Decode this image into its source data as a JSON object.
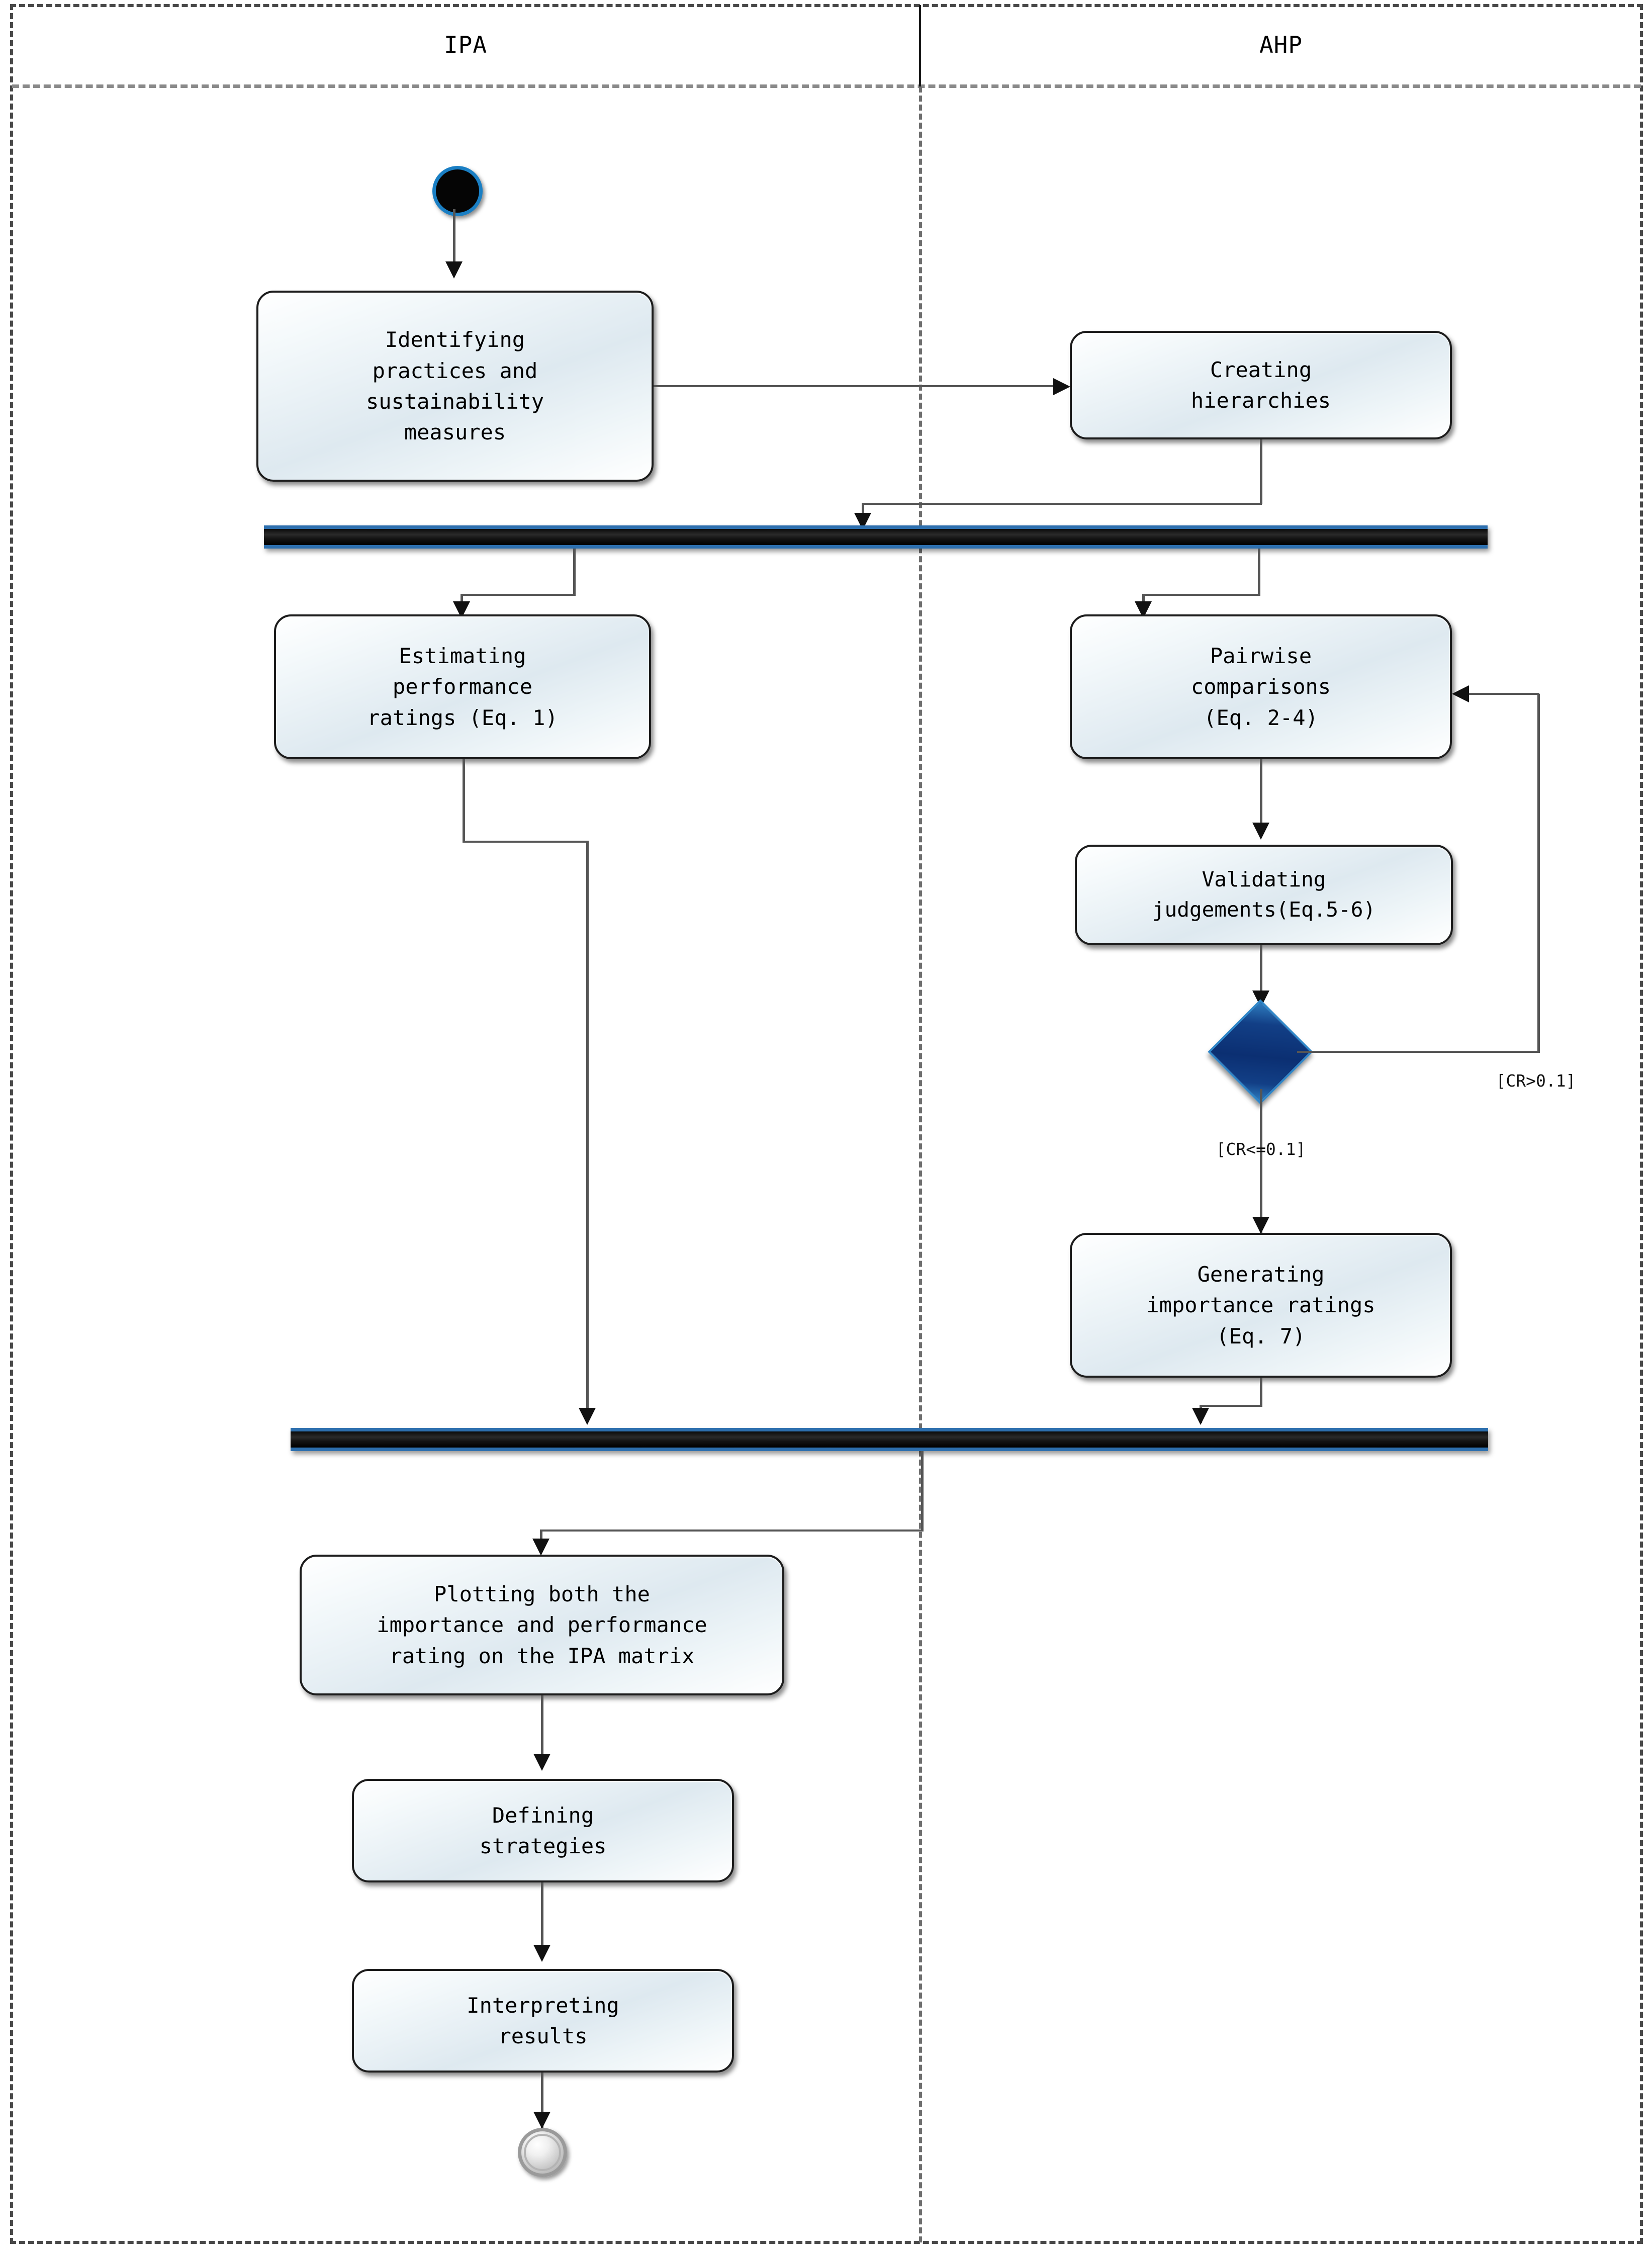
{
  "diagram": {
    "type": "uml-activity-diagram",
    "lanes": [
      {
        "id": "ipa",
        "label": "IPA"
      },
      {
        "id": "ahp",
        "label": "AHP"
      }
    ],
    "nodes": {
      "start": {
        "kind": "initial-node",
        "lane": "ipa"
      },
      "identify": {
        "kind": "activity",
        "lane": "ipa",
        "label": "Identifying\npractices and\nsustainability\nmeasures"
      },
      "creating": {
        "kind": "activity",
        "lane": "ahp",
        "label": "Creating\nhierarchies"
      },
      "fork1": {
        "kind": "fork-bar"
      },
      "estimating": {
        "kind": "activity",
        "lane": "ipa",
        "label": "Estimating\nperformance\nratings (Eq. 1)"
      },
      "pairwise": {
        "kind": "activity",
        "lane": "ahp",
        "label": "Pairwise\ncomparisons\n(Eq. 2-4)"
      },
      "validating": {
        "kind": "activity",
        "lane": "ahp",
        "label": "Validating\njudgements(Eq.5-6)"
      },
      "decision": {
        "kind": "decision-node",
        "lane": "ahp"
      },
      "generating": {
        "kind": "activity",
        "lane": "ahp",
        "label": "Generating\nimportance ratings\n(Eq. 7)"
      },
      "join1": {
        "kind": "join-bar"
      },
      "plotting": {
        "kind": "activity",
        "lane": "ipa",
        "label": "Plotting both the\nimportance and performance\nrating on the IPA matrix"
      },
      "defining": {
        "kind": "activity",
        "lane": "ipa",
        "label": "Defining\nstrategies"
      },
      "interpreting": {
        "kind": "activity",
        "lane": "ipa",
        "label": "Interpreting\nresults"
      },
      "end": {
        "kind": "final-node",
        "lane": "ipa"
      }
    },
    "guards": {
      "cr_gt": "[CR>0.1]",
      "cr_le": "[CR<=0.1]"
    },
    "colors": {
      "decision_fill": "#0b2f72",
      "decision_edge": "#2f86c8",
      "bar_fill": "#0b0b0b",
      "bar_edge": "#2d6fae",
      "start_fill": "#050505",
      "start_ring": "#1a7fc4",
      "end_ring": "#9a9a9a",
      "node_border": "#1c1c1c",
      "node_fill": "#dee9f0",
      "frame_dash": "#4a4a4a",
      "connector": "#555555"
    }
  }
}
